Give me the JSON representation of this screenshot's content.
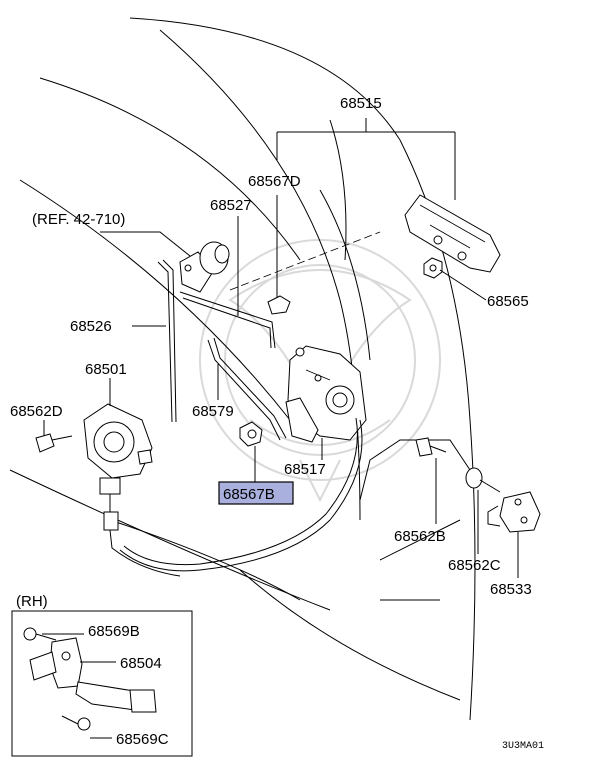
{
  "diagram": {
    "ref_label": "(REF. 42-710)",
    "section_label": "(RH)",
    "figure_code": "3U3MA01",
    "highlight_color": "#aab0dd",
    "parts": {
      "p68515": "68515",
      "p68567D": "68567D",
      "p68527": "68527",
      "p68526": "68526",
      "p68565": "68565",
      "p68501": "68501",
      "p68562D": "68562D",
      "p68579": "68579",
      "p68517": "68517",
      "p68567B": "68567B",
      "p68562B": "68562B",
      "p68562C": "68562C",
      "p68533": "68533",
      "p68569B": "68569B",
      "p68504": "68504",
      "p68569C": "68569C"
    }
  }
}
